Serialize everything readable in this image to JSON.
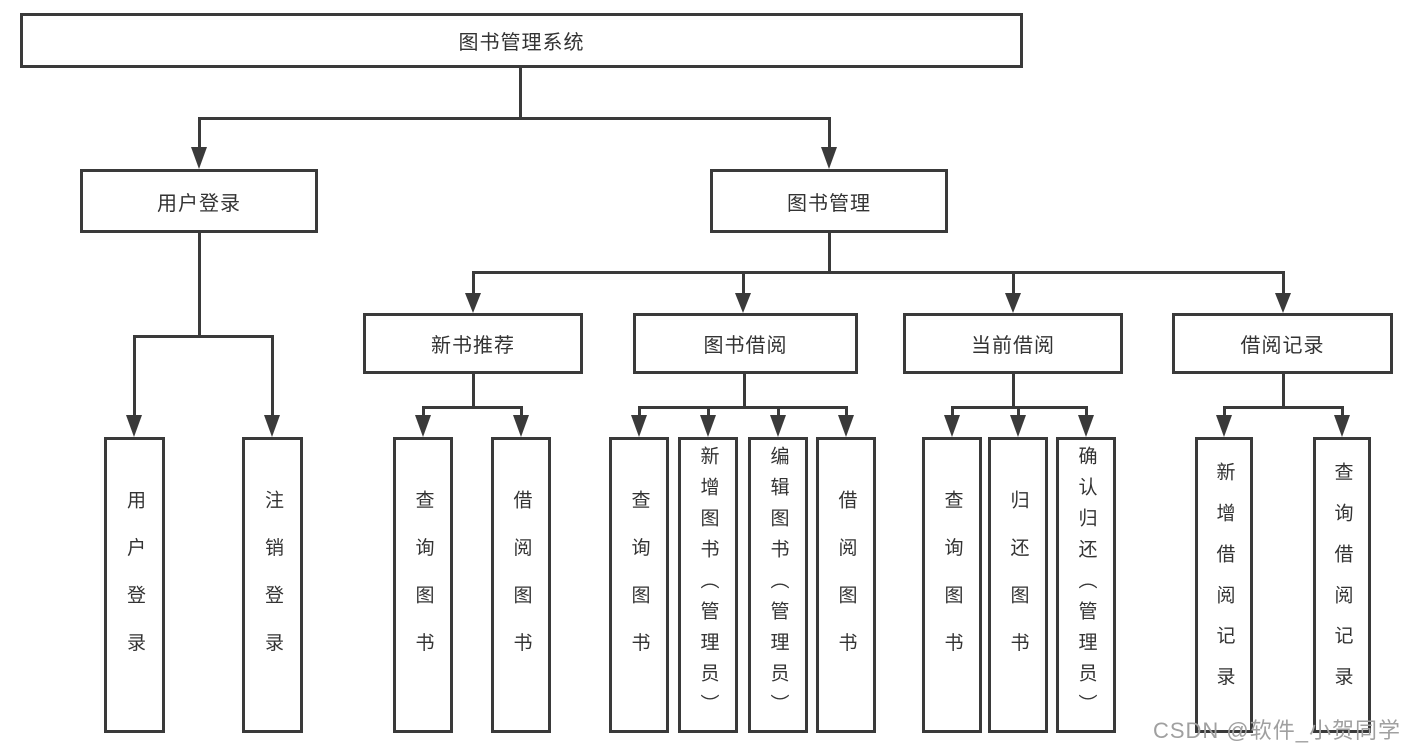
{
  "diagram": {
    "title_node": {
      "label": "图书管理系统"
    },
    "level2": {
      "user_login": {
        "label": "用户登录"
      },
      "book_management": {
        "label": "图书管理"
      }
    },
    "level3": {
      "new_book_recommend": {
        "label": "新书推荐"
      },
      "book_borrowing": {
        "label": "图书借阅"
      },
      "current_borrowing": {
        "label": "当前借阅"
      },
      "borrowing_records": {
        "label": "借阅记录"
      }
    },
    "leaves": {
      "user_login": [
        "用户登录",
        "注销登录"
      ],
      "new_book_recommend": [
        "查询图书",
        "借阅图书"
      ],
      "book_borrowing": [
        "查询图书",
        "新增图书（管理员）",
        "编辑图书（管理员）",
        "借阅图书"
      ],
      "current_borrowing": [
        "查询图书",
        "归还图书",
        "确认归还（管理员）"
      ],
      "borrowing_records": [
        "新增借阅记录",
        "查询借阅记录"
      ]
    },
    "colors": {
      "line": "#3a3a3a",
      "text": "#333333",
      "background": "#ffffff",
      "watermark": "#a0a0a0"
    },
    "watermark": "CSDN @软件_小贺同学"
  }
}
